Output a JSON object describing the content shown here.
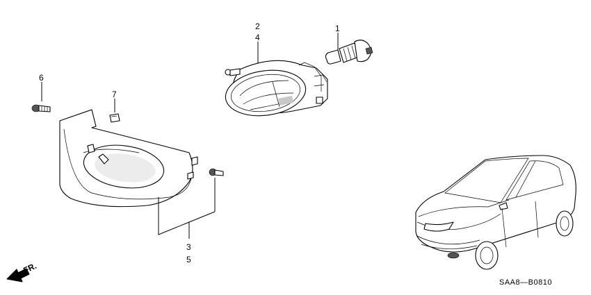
{
  "callouts": {
    "p1": "1",
    "p2": "2",
    "p4": "4",
    "p6": "6",
    "p7": "7",
    "p3": "3",
    "p5": "5"
  },
  "direction": {
    "label": "FR."
  },
  "diagram_code": "SAA8—B0810",
  "icons": {
    "bulb": "bulb-icon",
    "fog_lamp": "fog-lamp-icon",
    "garnish": "garnish-icon",
    "screw": "screw-icon",
    "clip": "clip-icon",
    "car": "car-icon",
    "arrow": "arrow-icon"
  }
}
